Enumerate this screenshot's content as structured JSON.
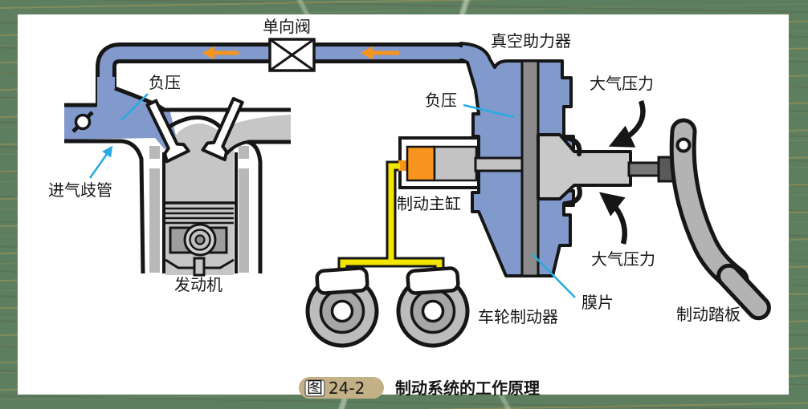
{
  "figure": {
    "caption": {
      "badge_prefix": "图",
      "badge_number": "24-2",
      "title": "制动系统的工作原理"
    },
    "labels": {
      "check_valve": "单向阀",
      "vacuum_left": "负压",
      "intake_manifold": "进气歧管",
      "engine": "发动机",
      "vacuum_booster": "真空助力器",
      "vacuum_right": "负压",
      "atmospheric_top": "大气压力",
      "atmospheric_bottom": "大气压力",
      "master_cylinder": "制动主缸",
      "wheel_brake": "车轮制动器",
      "diaphragm": "膜片",
      "brake_pedal": "制动踏板"
    },
    "colors": {
      "vacuum_blue": "#8299cc",
      "flow_arrow_orange": "#f7941e",
      "brake_fluid_orange": "#f7941e",
      "brake_line_yellow": "#f2e500",
      "callout_cyan": "#29abe2",
      "diaphragm_gray": "#8c8c8c",
      "outline_black": "#161616",
      "caption_badge_tan": "#c4b087",
      "background_green": "#5e7e60",
      "canvas_white": "#ffffff"
    }
  }
}
